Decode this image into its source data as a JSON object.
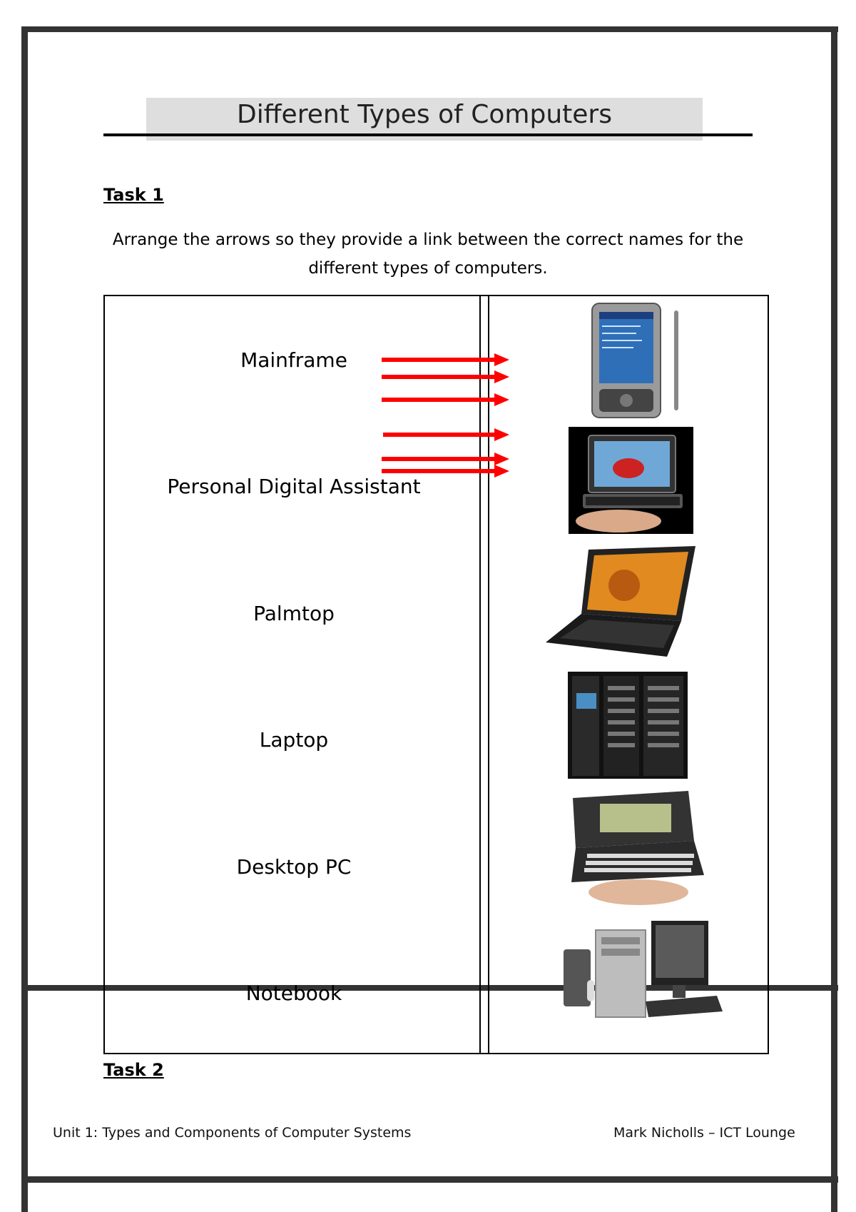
{
  "document": {
    "title": "Different Types of Computers",
    "task1_label": "Task 1",
    "task1_instructions_line1": "Arrange the arrows so they provide a link between the correct names for the",
    "task1_instructions_line2": "different types of computers.",
    "names": [
      "Mainframe",
      "Personal Digital Assistant",
      "Palmtop",
      "Laptop",
      "Desktop PC",
      "Notebook"
    ],
    "images": [
      "pda-icon",
      "notebook-icon",
      "laptop-icon",
      "mainframe-icon",
      "palmtop-icon",
      "desktop-pc-icon"
    ],
    "arrow_count": 6,
    "arrow_color": "#ff0000",
    "task2_label": "Task 2",
    "footer_left": "Unit 1: Types and Components of Computer Systems",
    "footer_right": "Mark Nicholls – ICT Lounge"
  }
}
